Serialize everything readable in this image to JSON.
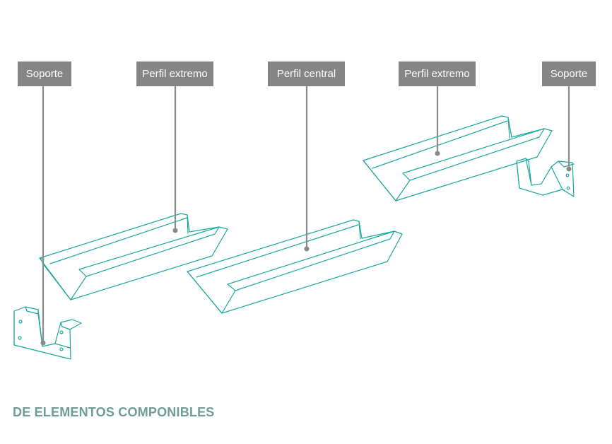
{
  "labels": {
    "soporte_left": "Soporte",
    "perfil_extremo_left": "Perfil extremo",
    "perfil_central": "Perfil central",
    "perfil_extremo_right": "Perfil extremo",
    "soporte_right": "Soporte"
  },
  "caption": "DE ELEMENTOS COMPONIBLES",
  "colors": {
    "outline": "#1aa79c",
    "label_bg": "#858585",
    "label_text": "#ffffff",
    "leader": "#8a8a8a",
    "caption": "#6d9d95"
  }
}
